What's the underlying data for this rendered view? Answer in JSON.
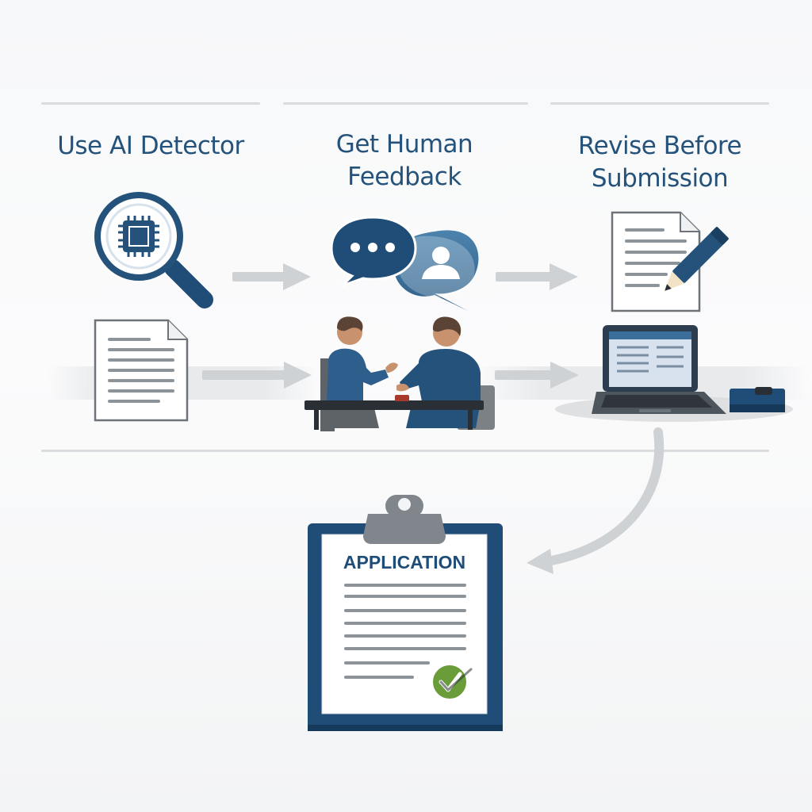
{
  "steps": [
    {
      "title": "Use AI Detector",
      "icon": "magnifier-chip-icon"
    },
    {
      "title": "Get Human Feedback",
      "icon": "chat-bubbles-icon"
    },
    {
      "title": "Revise Before Submission",
      "icon": "document-pencil-icon"
    }
  ],
  "result": {
    "label": "APPLICATION",
    "icon": "clipboard-check-icon"
  },
  "colors": {
    "primary": "#24527a",
    "accent_green": "#6a9c3a",
    "arrow_gray": "#cfd2d5",
    "rule_gray": "#d9dcdf"
  }
}
